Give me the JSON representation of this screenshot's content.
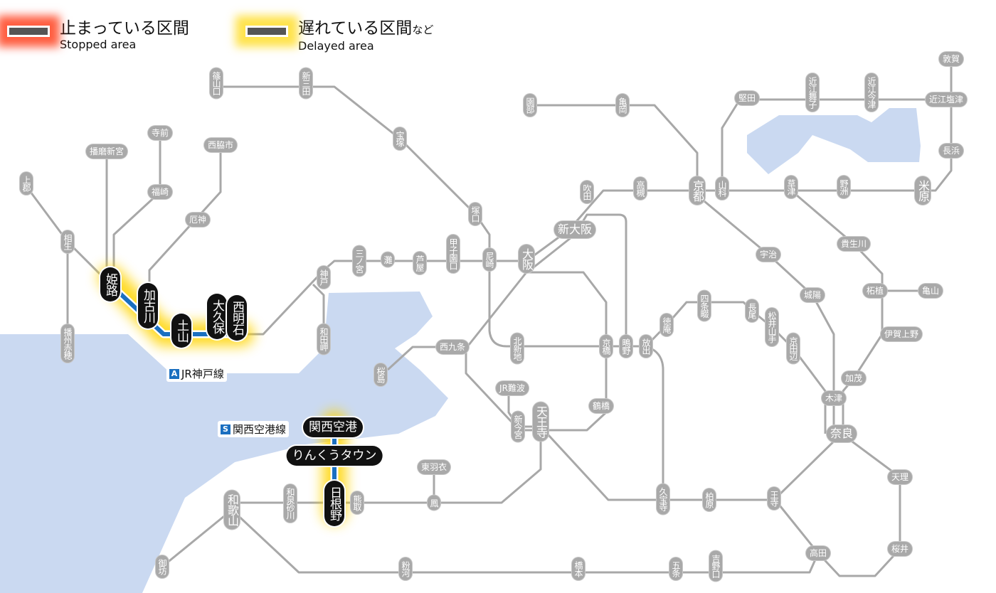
{
  "legend": {
    "stopped": {
      "label_ja": "止まっている区間",
      "label_en": "Stopped area",
      "color": "#ff2800"
    },
    "delayed": {
      "label_ja": "遅れている区間",
      "suffix_ja": "など",
      "label_en": "Delayed area",
      "color": "#ffd700"
    }
  },
  "colors": {
    "line": "#a8a8a8",
    "affected_line": "#1a6fc0",
    "sea": "#cad9f1"
  },
  "line_labels": [
    {
      "badge": "A",
      "name": "JR神戸線"
    },
    {
      "badge": "S",
      "name": "関西空港線"
    }
  ],
  "affected_stations": [
    "姫路",
    "加古川",
    "土山",
    "大久保",
    "西明石",
    "関西空港",
    "りんくうタウン",
    "日根野"
  ],
  "stations": [
    "篠山口",
    "新三田",
    "宝塚",
    "塚口",
    "尼崎",
    "甲子園口",
    "芦屋",
    "灘",
    "三ノ宮",
    "神戸",
    "和田岬",
    "上郡",
    "播磨新宮",
    "寺前",
    "福崎",
    "西脇市",
    "厄神",
    "相生",
    "播州赤穂",
    "園部",
    "亀岡",
    "吹田",
    "高槻",
    "京都",
    "山科",
    "堅田",
    "近江舞子",
    "近江今津",
    "近江塩津",
    "敦賀",
    "長浜",
    "米原",
    "草津",
    "野洲",
    "宇治",
    "貴生川",
    "城陽",
    "柘植",
    "亀山",
    "伊賀上野",
    "加茂",
    "木津",
    "奈良",
    "天理",
    "桜井",
    "王寺",
    "高田",
    "吉野口",
    "五条",
    "橋本",
    "粉河",
    "御坊",
    "和歌山",
    "和泉砂川",
    "熊取",
    "鳳",
    "東羽衣",
    "新大阪",
    "大阪",
    "北新地",
    "京橋",
    "鴫野",
    "放出",
    "徳庵",
    "四条畷",
    "長尾",
    "松井山手",
    "京田辺",
    "西九条",
    "桜島",
    "JR難波",
    "新今宮",
    "天王寺",
    "鶴橋",
    "久宝寺",
    "柏原"
  ]
}
